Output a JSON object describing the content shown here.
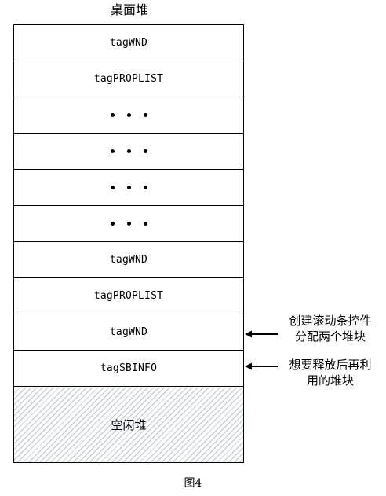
{
  "diagram": {
    "title": "桌面堆",
    "blocks": [
      {
        "type": "label",
        "text": "tagWND"
      },
      {
        "type": "label",
        "text": "tagPROPLIST"
      },
      {
        "type": "ellipsis",
        "text": ""
      },
      {
        "type": "ellipsis",
        "text": ""
      },
      {
        "type": "ellipsis",
        "text": ""
      },
      {
        "type": "ellipsis",
        "text": ""
      },
      {
        "type": "label",
        "text": "tagWND"
      },
      {
        "type": "label",
        "text": "tagPROPLIST"
      },
      {
        "type": "label",
        "text": "tagWND"
      },
      {
        "type": "label",
        "text": "tagSBINFO"
      }
    ],
    "free_label": "空闲堆",
    "annotations": [
      {
        "line1": "创建滚动条控件",
        "line2": "分配两个堆块"
      },
      {
        "line1": "想要释放后再利",
        "line2": "用的堆块"
      }
    ],
    "caption": "图4"
  }
}
